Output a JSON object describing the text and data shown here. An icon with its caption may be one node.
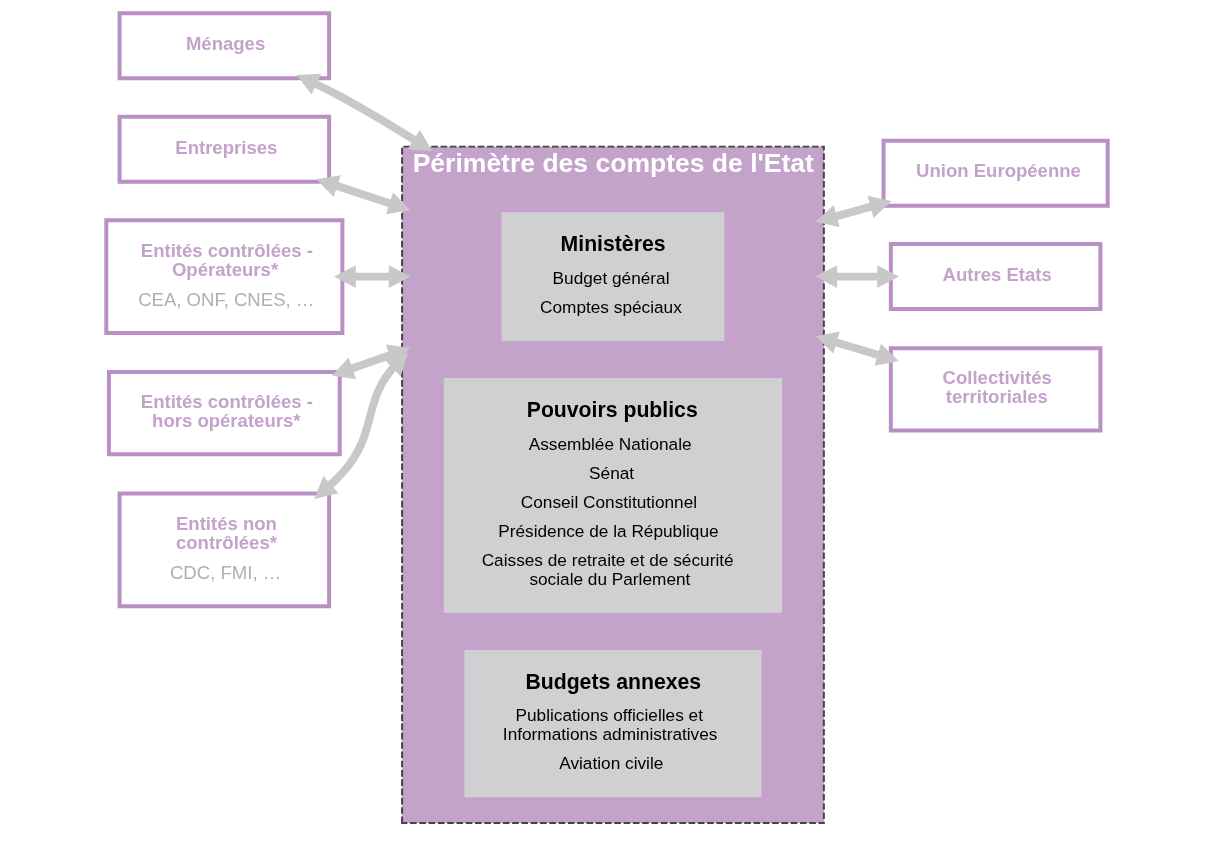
{
  "diagram": {
    "nodes": [
      {
        "text": [
          "Ménages"
        ]
      },
      {
        "text": [
          "Entreprises"
        ]
      },
      {
        "text": [
          "Entités contrôlées - Opérateurs*",
          "CEA, ONF, CNES, …"
        ]
      },
      {
        "text": [
          "Périmètre des comptes de l'Etat"
        ]
      },
      {
        "text": [
          "Ministères",
          "Budget général",
          "Comptes spéciaux"
        ],
        "in": 3
      },
      {
        "text": [
          "Union Européenne"
        ]
      },
      {
        "text": [
          "Entités contrôlées - hors opérateurs*"
        ]
      },
      {
        "text": [
          "Pouvoirs publics",
          "Assemblée Nationale",
          "Sénat",
          "Conseil Constitutionnel",
          "Présidence de la République",
          "Caisses de retraite et de sécurité sociale du Parlement"
        ],
        "in": 3
      },
      {
        "text": [
          "Budgets annexes",
          "Publications officielles et Informations administratives",
          "Aviation civile"
        ],
        "in": 3
      },
      {
        "text": [
          "Entités non contrôlées*",
          "CDC, FMI, …"
        ]
      },
      {
        "text": [
          "Autres Etats"
        ]
      },
      {
        "text": [
          "Collectivités territoriales"
        ]
      }
    ],
    "edges": [
      {
        "from": 0,
        "to": 3,
        "arrow": "both"
      },
      {
        "from": 1,
        "to": 3,
        "arrow": "both"
      },
      {
        "from": 2,
        "to": 3,
        "arrow": "both"
      },
      {
        "from": 5,
        "to": 3,
        "arrow": "both"
      },
      {
        "from": 6,
        "to": 3,
        "arrow": "both"
      },
      {
        "from": 9,
        "to": 3,
        "arrow": "both"
      },
      {
        "from": 10,
        "to": 3,
        "arrow": "both"
      },
      {
        "from": 11,
        "to": 3,
        "arrow": "both"
      }
    ]
  }
}
